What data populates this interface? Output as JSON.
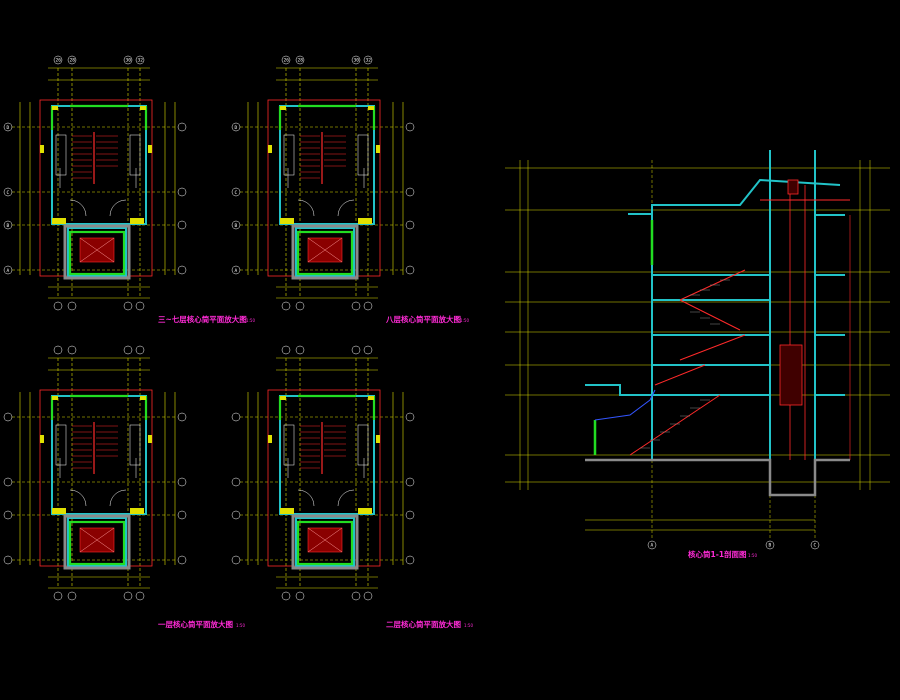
{
  "drawing": {
    "background": "#000000",
    "colors": {
      "dim": "#e0e000",
      "wall": "#22c3c8",
      "boundary": "#ff2a2a",
      "green": "#22dd22",
      "white": "#ffffff",
      "caption": "#ff2bd6",
      "grey": "#8a8a8a",
      "blue": "#3355ff"
    },
    "plans": [
      {
        "caption": "三~七层核心筒平面放大图",
        "scale": "1:50"
      },
      {
        "caption": "八层核心筒平面放大图",
        "scale": "1:50"
      },
      {
        "caption": "一层核心筒平面放大图",
        "scale": "1:50"
      },
      {
        "caption": "二层核心筒平面放大图",
        "scale": "1:50"
      }
    ],
    "section": {
      "caption": "核心筒1-1剖面图",
      "scale": "1:50"
    },
    "plan_grid_top": [
      "26",
      "28",
      "30",
      "32"
    ],
    "plan_grid_side": [
      "D",
      "C",
      "B",
      "A"
    ],
    "section_grid_bottom": [
      "A",
      "B",
      "C"
    ]
  }
}
